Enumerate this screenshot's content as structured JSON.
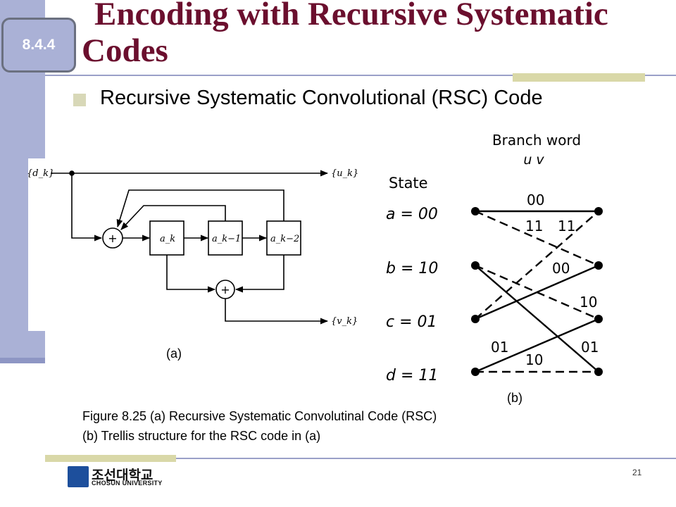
{
  "slide": {
    "section_number": "8.4.4",
    "title": "Encoding with Recursive Systematic Codes",
    "bullet": "Recursive Systematic Convolutional (RSC) Code",
    "page_number": "21"
  },
  "encoder": {
    "input_label": "{d_k}",
    "output_u_label": "{u_k}",
    "output_v_label": "{v_k}",
    "register_1": "a_k",
    "register_2": "a_k−1",
    "register_3": "a_k−2",
    "adder_symbol": "+",
    "sublabel": "(a)"
  },
  "trellis": {
    "header_line1": "Branch word",
    "header_line2": "u v",
    "state_header": "State",
    "states": [
      "a = 00",
      "b = 10",
      "c = 01",
      "d = 11"
    ],
    "branch_labels": [
      "00",
      "11",
      "11",
      "00",
      "10",
      "01",
      "01",
      "10"
    ],
    "sublabel": "(b)"
  },
  "caption": {
    "line1": "Figure 8.25 (a) Recursive Systematic Convolutinal Code (RSC)",
    "line2": "(b) Trellis structure for the RSC code in (a)"
  },
  "logo": {
    "korean": "조선대학교",
    "english": "CHOSUN UNIVERSITY"
  },
  "colors": {
    "sidebar": "#aab1d6",
    "title": "#6b0f2e",
    "accent": "#d9d8a8"
  }
}
